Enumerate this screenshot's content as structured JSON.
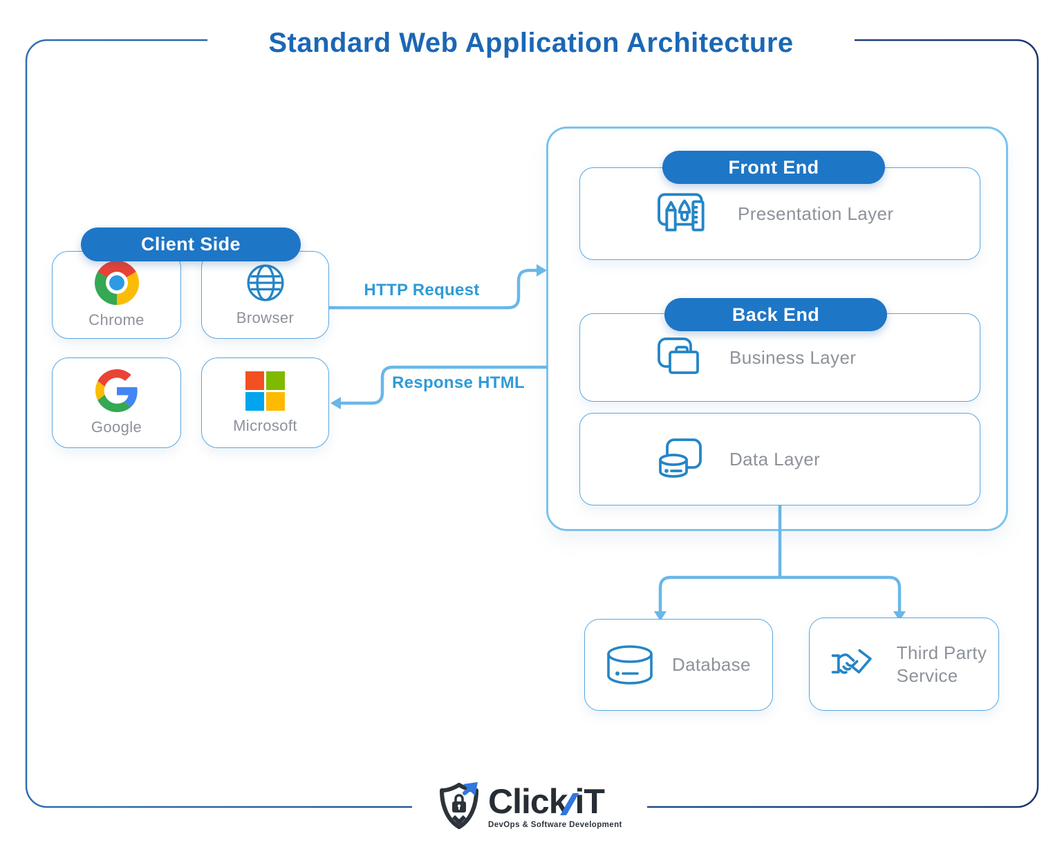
{
  "title": "Standard Web Application Architecture",
  "client": {
    "pill": "Client Side",
    "cards": [
      {
        "icon": "chrome-logo",
        "label": "Chrome"
      },
      {
        "icon": "globe-icon",
        "label": "Browser"
      },
      {
        "icon": "google-logo",
        "label": "Google"
      },
      {
        "icon": "microsoft-logo",
        "label": "Microsoft"
      }
    ]
  },
  "flows": {
    "request": "HTTP Request",
    "response": "Response HTML"
  },
  "server": {
    "front_end": {
      "pill": "Front End",
      "layer": {
        "icon": "design-tools-icon",
        "label": "Presentation Layer"
      }
    },
    "back_end": {
      "pill": "Back End",
      "layers": [
        {
          "icon": "briefcase-icon",
          "label": "Business Layer"
        },
        {
          "icon": "database-frame-icon",
          "label": "Data Layer"
        }
      ]
    }
  },
  "services": [
    {
      "icon": "database-icon",
      "label": "Database"
    },
    {
      "icon": "handshake-icon",
      "label": "Third Party Service"
    }
  ],
  "logo": {
    "brand_a": "Click",
    "brand_b": "iT",
    "tagline": "DevOps & Software Development"
  },
  "colors": {
    "title_blue": "#1b67b5",
    "pill_blue": "#1e76c6",
    "container_border": "#7cc2ec",
    "card_border": "#58a6e0",
    "connector_blue": "#6ab7e8",
    "flow_label_blue": "#2f9bd8",
    "icon_blue": "#2585c7",
    "label_gray": "#8d929a",
    "frame_gradient_left": "#2e6fb7",
    "frame_gradient_right": "#16366e",
    "logo_dark": "#2c333b",
    "logo_blue": "#3177dd"
  }
}
